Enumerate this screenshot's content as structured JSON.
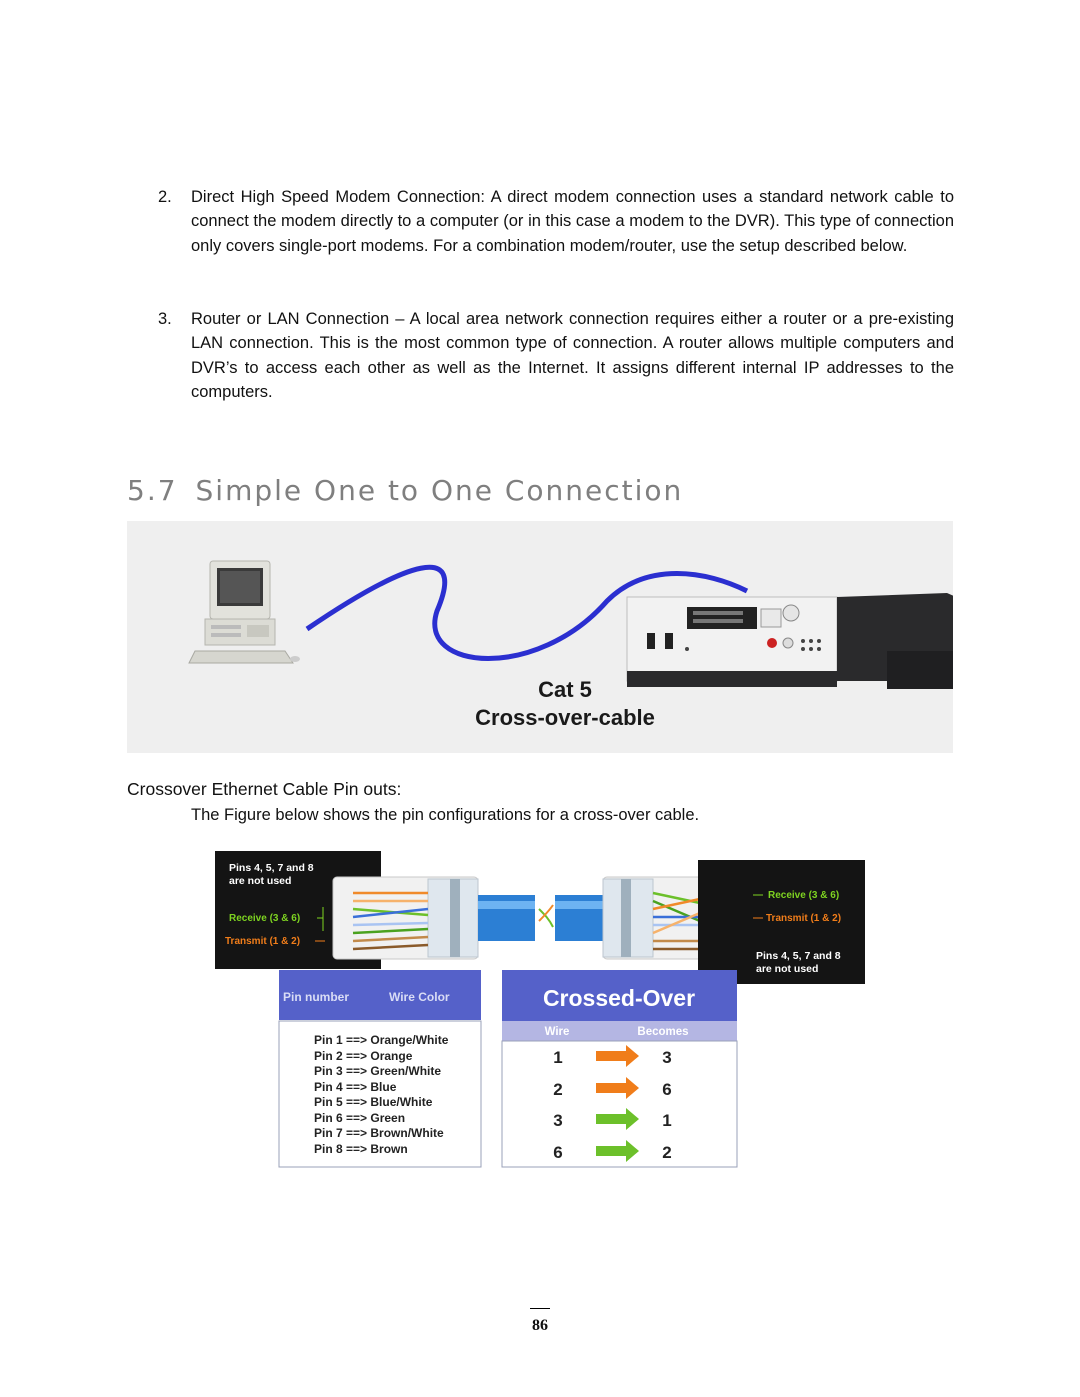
{
  "list": [
    {
      "number": "2.",
      "text": "Direct High Speed Modem Connection: A direct modem connection uses a standard network cable to connect the modem directly to a computer (or in this case a modem to the DVR). This type of connection only covers single-port modems. For a combination modem/router, use the setup described below."
    },
    {
      "number": "3.",
      "text": "Router or LAN Connection – A local area network connection requires either a router or a pre-existing LAN connection. This is the most common type of connection. A router allows multiple computers and DVR’s to access each other as well as the Internet. It assigns different internal IP addresses to the computers."
    }
  ],
  "section": {
    "number": "5.7",
    "title": "Simple One to One Connection"
  },
  "figure1": {
    "label_line1": "Cat 5",
    "label_line2": "Cross-over-cable",
    "cable_color": "#2b2fd0"
  },
  "subheading": "Crossover Ethernet Cable Pin outs:",
  "caption": "The Figure below shows the pin configurations for a cross-over cable.",
  "connector": {
    "left": {
      "unused": [
        "Pins 4, 5, 7 and 8",
        "are not used"
      ],
      "receive": "Receive (3 & 6)",
      "transmit": "Transmit (1 & 2)"
    },
    "right": {
      "receive": "Receive (3 & 6)",
      "transmit": "Transmit (1 & 2)",
      "unused": [
        "Pins 4, 5, 7 and 8",
        "are not used"
      ]
    }
  },
  "pin_table": {
    "headers": [
      "Pin number",
      "Wire Color"
    ],
    "rows": [
      "Pin 1 ==> Orange/White",
      "Pin 2 ==> Orange",
      "Pin 3 ==> Green/White",
      "Pin 4 ==> Blue",
      "Pin 5 ==> Blue/White",
      "Pin 6 ==> Green",
      "Pin 7 ==> Brown/White",
      "Pin 8 ==> Brown"
    ]
  },
  "crossover_table": {
    "title": "Crossed-Over",
    "headers": [
      "Wire",
      "Becomes"
    ],
    "rows": [
      {
        "wire": "1",
        "becomes": "3",
        "arrow_color": "#f07d1a"
      },
      {
        "wire": "2",
        "becomes": "6",
        "arrow_color": "#f07d1a"
      },
      {
        "wire": "3",
        "becomes": "1",
        "arrow_color": "#6cc02a"
      },
      {
        "wire": "6",
        "becomes": "2",
        "arrow_color": "#6cc02a"
      }
    ]
  },
  "colors": {
    "section_title": "#7f7f7f",
    "receive_green": "#7ed321",
    "transmit_orange": "#f07d1a",
    "table_header_blue": "#5561c9",
    "table_subheader": "#b4b6e3"
  },
  "page_number": "86"
}
